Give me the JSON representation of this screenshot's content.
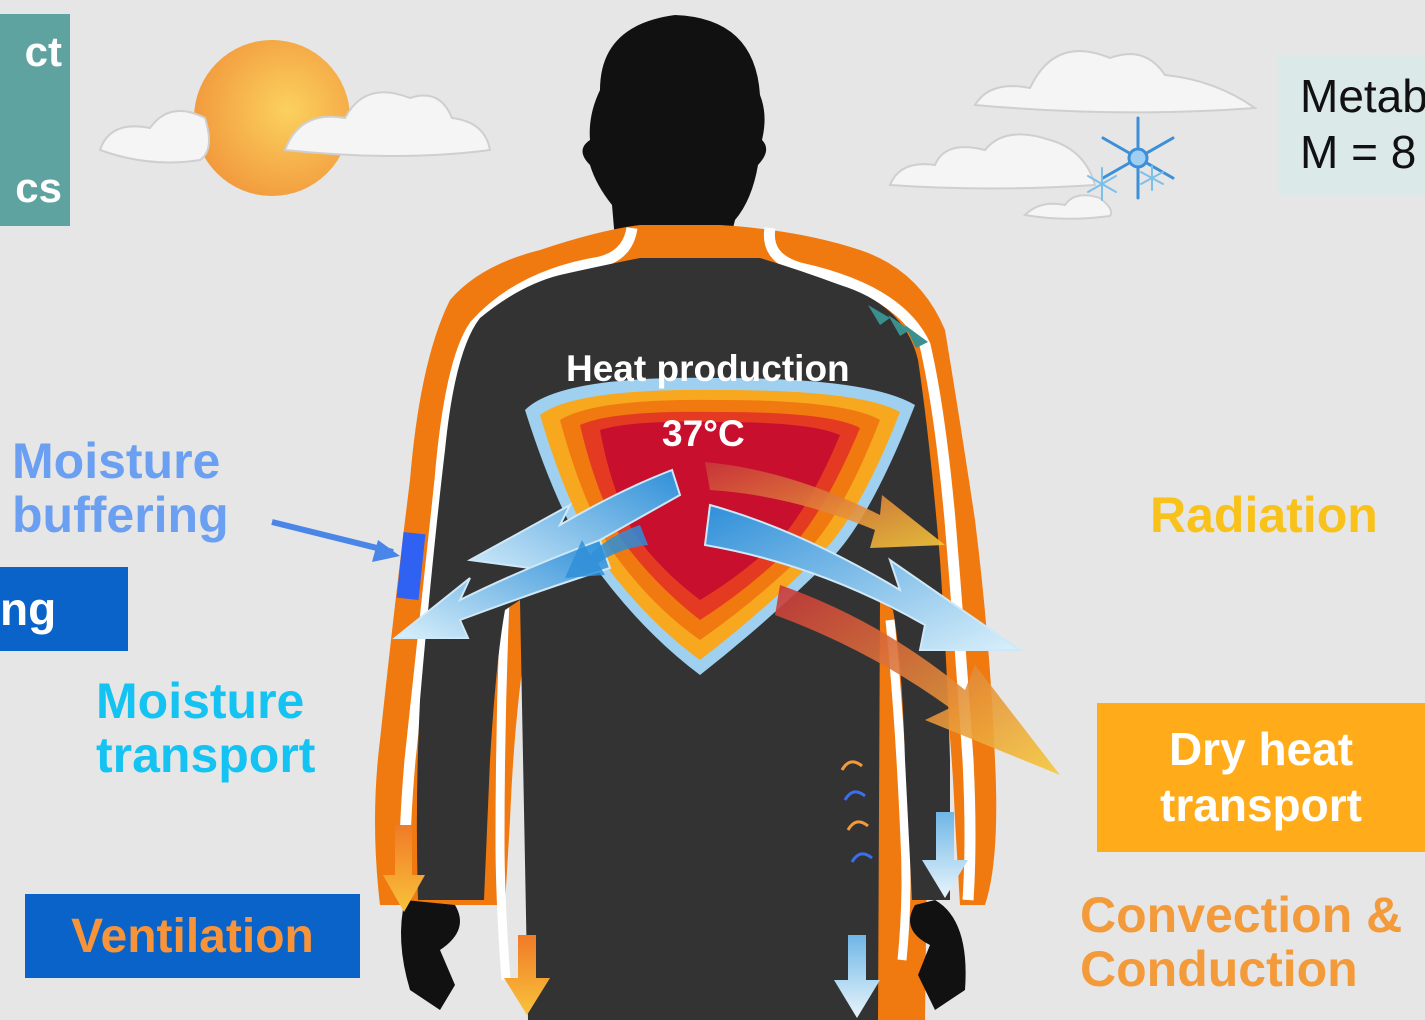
{
  "boxes": {
    "top_left": [
      "ct",
      "",
      "cs"
    ],
    "clothing": "ng",
    "ventilation": "Ventilation",
    "metabolic": [
      "Metab",
      "M = 8"
    ],
    "dry_heat": [
      "Dry heat",
      "transport"
    ]
  },
  "labels": {
    "heat_production": "Heat production",
    "core_temp": "37°C",
    "moisture_buffering": [
      "Moisture",
      "buffering"
    ],
    "moisture_transport": [
      "Moisture",
      "transport"
    ],
    "radiation": "Radiation",
    "convection": [
      "Convection &",
      "Conduction"
    ]
  },
  "colors": {
    "background": "#e6e6e6",
    "teal_box": "#5fa3a0",
    "blue_box": "#0a63c9",
    "orange_box": "#ffab1a",
    "metab_box": "#dce9e9",
    "moisture_blue": "#6a9ff2",
    "moisture_cyan": "#14c3f2",
    "radiation": "#f8c21b",
    "convection": "#f39a3a",
    "ventilation_text": "#f7943a",
    "silhouette": "#111111",
    "shirt": "#333333",
    "core_red": "#c8102e",
    "flame": "#f07a10"
  }
}
